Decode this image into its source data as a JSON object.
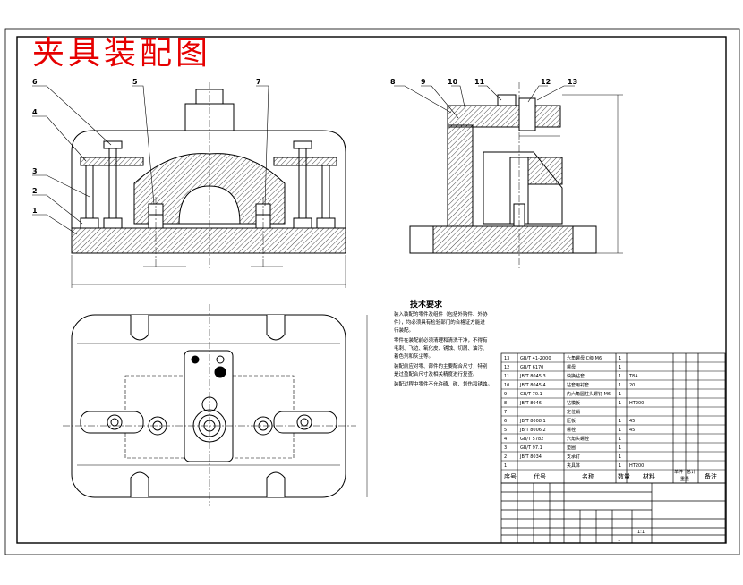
{
  "title": "夹具装配图",
  "callouts_front": [
    "1",
    "2",
    "3",
    "4",
    "5",
    "6",
    "7"
  ],
  "callouts_side": [
    "8",
    "9",
    "10",
    "11",
    "12",
    "13"
  ],
  "tech_req": {
    "heading": "技术要求",
    "lines": [
      "装入装配的零件及组件（包括外购件、外协",
      "件），均必须具有检验部门的合格证方能进",
      "行装配。",
      "零件在装配前必须清理和清洗干净，不得有",
      "毛刺、飞边、氧化皮、锈蚀、切屑、油污、",
      "着色剂和灰尘等。",
      "装配前应对零、部件的主要配合尺寸，特别",
      "是过盈配合尺寸及相关精度进行复查。",
      "装配过程中零件不允许磕、碰、划伤和锈蚀。"
    ]
  },
  "bom": {
    "header": {
      "no": "序号",
      "code": "代号",
      "name": "名称",
      "qty": "数量",
      "material": "材料",
      "unit_wt": "单件",
      "total_wt": "总计",
      "weight": "重量",
      "remarks": "备注"
    },
    "rows": [
      {
        "no": "13",
        "code": "GB/T 41-2000",
        "name": "六角螺母 C级 M6",
        "qty": "1",
        "material": "",
        "remarks": ""
      },
      {
        "no": "12",
        "code": "GB/T 6170",
        "name": "螺母",
        "qty": "1",
        "material": "",
        "remarks": ""
      },
      {
        "no": "11",
        "code": "JB/T 8045.3",
        "name": "快换钻套",
        "qty": "1",
        "material": "T8A",
        "remarks": ""
      },
      {
        "no": "10",
        "code": "JB/T 8045.4",
        "name": "钻套用衬套",
        "qty": "1",
        "material": "20",
        "remarks": ""
      },
      {
        "no": "9",
        "code": "GB/T 70.1",
        "name": "内六角圆柱头螺钉 M6",
        "qty": "1",
        "material": "",
        "remarks": ""
      },
      {
        "no": "8",
        "code": "JB/T 8046",
        "name": "钻模板",
        "qty": "1",
        "material": "HT200",
        "remarks": ""
      },
      {
        "no": "7",
        "code": "",
        "name": "定位销",
        "qty": "",
        "material": "",
        "remarks": ""
      },
      {
        "no": "6",
        "code": "JB/T 8008.1",
        "name": "压板",
        "qty": "1",
        "material": "45",
        "remarks": ""
      },
      {
        "no": "5",
        "code": "JB/T 8006.2",
        "name": "螺栓",
        "qty": "1",
        "material": "45",
        "remarks": ""
      },
      {
        "no": "4",
        "code": "GB/T 5782",
        "name": "六角头螺栓",
        "qty": "1",
        "material": "",
        "remarks": ""
      },
      {
        "no": "3",
        "code": "GB/T 97.1",
        "name": "垫圈",
        "qty": "1",
        "material": "",
        "remarks": ""
      },
      {
        "no": "2",
        "code": "JB/T 8034",
        "name": "支承钉",
        "qty": "1",
        "material": "",
        "remarks": ""
      },
      {
        "no": "1",
        "code": "",
        "name": "夹具体",
        "qty": "1",
        "material": "HT200",
        "remarks": ""
      }
    ]
  },
  "title_block": {
    "scale_value": "1:1",
    "sheet": "1"
  },
  "colors": {
    "title": "#e60000",
    "line": "#000000",
    "hatch": "#000000"
  }
}
